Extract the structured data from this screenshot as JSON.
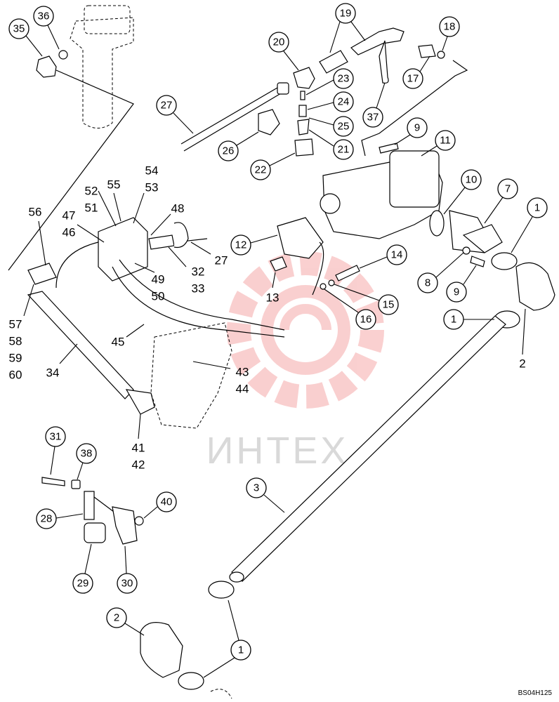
{
  "diagram": {
    "callouts": [
      "35",
      "36",
      "19",
      "18",
      "20",
      "17",
      "23",
      "24",
      "37",
      "27",
      "25",
      "26",
      "21",
      "22",
      "9",
      "11",
      "10",
      "7",
      "1",
      "12",
      "14",
      "8",
      "9",
      "15",
      "16",
      "1",
      "2",
      "3",
      "1",
      "2",
      "1",
      "31",
      "38",
      "40",
      "28",
      "29",
      "30"
    ],
    "plain_labels": [
      "54",
      "53",
      "55",
      "52",
      "51",
      "48",
      "47",
      "46",
      "56",
      "32",
      "27",
      "33",
      "49",
      "50",
      "13",
      "57",
      "58",
      "59",
      "60",
      "45",
      "34",
      "43",
      "44",
      "41",
      "42"
    ],
    "watermark": "ИНТЕХ",
    "drawing_code": "BS04H125",
    "colors": {
      "ink": "#000000",
      "watermark": "#f5c6c6"
    }
  }
}
